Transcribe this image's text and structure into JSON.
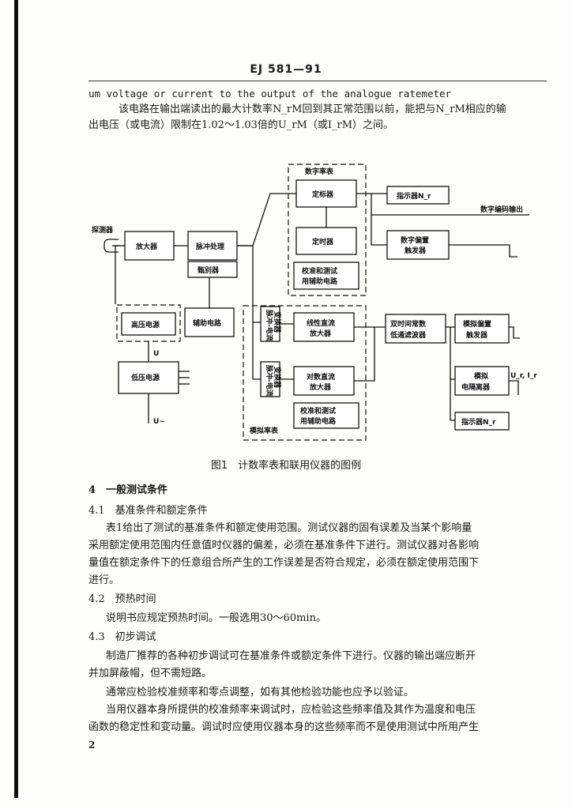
{
  "header": "EJ 581—91",
  "intro": {
    "line1": "um voltage or current to the output of the analogue ratemeter",
    "line2": "该电路在输出端读出的最大计数率N_rM回到其正常范围以前，能把与N_rM相应的输",
    "line3": "出电压（或电流）限制在1.02～1.03倍的U_rM（或I_rM）之间。"
  },
  "diagram": {
    "group_digital": "数字率表",
    "group_analog": "模拟率表",
    "probe": "探测器",
    "amplifier": "放大器",
    "pulse_processing": "脉冲处理",
    "discriminator": "甄别器",
    "scaler": "定标器",
    "timer": "定时器",
    "calib_digital_1": "校准和测试",
    "calib_digital_2": "用辅助电路",
    "indicator_nr": "指示器N_r",
    "digital_output": "数字编码输出",
    "digital_alarm_1": "数字偏置",
    "digital_alarm_2": "触发器",
    "hv_supply": "高压电源",
    "aux_circuit": "辅助电路",
    "pulse_conv_1": "脉冲-电流",
    "pulse_conv_2": "变换器",
    "linear_amp_1": "线性直流",
    "linear_amp_2": "放大器",
    "log_amp_1": "对数直流",
    "log_amp_2": "放大器",
    "calib_analog_1": "校准和测试",
    "calib_analog_2": "用辅助电路",
    "filter_1": "双时间常数",
    "filter_2": "低通滤波器",
    "analog_alarm_1": "模拟偏置",
    "analog_alarm_2": "触发器",
    "isolator_1": "模拟",
    "isolator_2": "电隔离器",
    "output_ui": "U_r, I_r",
    "indicator_analog": "指示器N_r",
    "lv_supply": "低压电源",
    "label_u": "U",
    "label_uac": "U~"
  },
  "caption": "图1　计数率表和联用仪器的图例",
  "sections": {
    "s4": "4　一般测试条件",
    "s41": "4.1　基准条件和额定条件",
    "s41_p1": "表1给出了测试的基准条件和额定使用范围。测试仪器的固有误差及当某个影响量",
    "s41_p2": "采用额定使用范围内任意值时仪器的偏差，必须在基准条件下进行。测试仪器对各影响",
    "s41_p3": "量值在额定条件下的任意组合所产生的工作误差是否符合规定，必须在额定使用范围下",
    "s41_p4": "进行。",
    "s42": "4.2　预热时间",
    "s42_p1": "说明书应规定预热时间。一般选用30～60min。",
    "s43": "4.3　初步调试",
    "s43_p1": "制造厂推荐的各种初步调试可在基准条件或额定条件下进行。仪器的输出端应断开",
    "s43_p2": "并加屏蔽帽，但不需短路。",
    "s43_p3": "通常应检验校准频率和零点调整，如有其他检验功能也应予以验证。",
    "s43_p4": "当用仪器本身所提供的校准频率来调试时，应检验这些频率值及其作为温度和电压",
    "s43_p5": "函数的稳定性和变动量。调试时应使用仪器本身的这些频率而不是使用测试中所用产生"
  },
  "page_number": "2"
}
